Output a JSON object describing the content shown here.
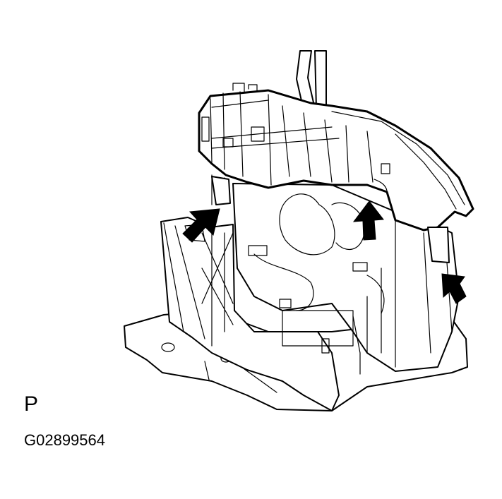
{
  "labels": {
    "position": "P",
    "figure_code": "G02899564"
  },
  "colors": {
    "line": "#000000",
    "background": "#ffffff"
  },
  "arrows": [
    "release-arrow-left",
    "release-arrow-center",
    "release-arrow-right"
  ]
}
